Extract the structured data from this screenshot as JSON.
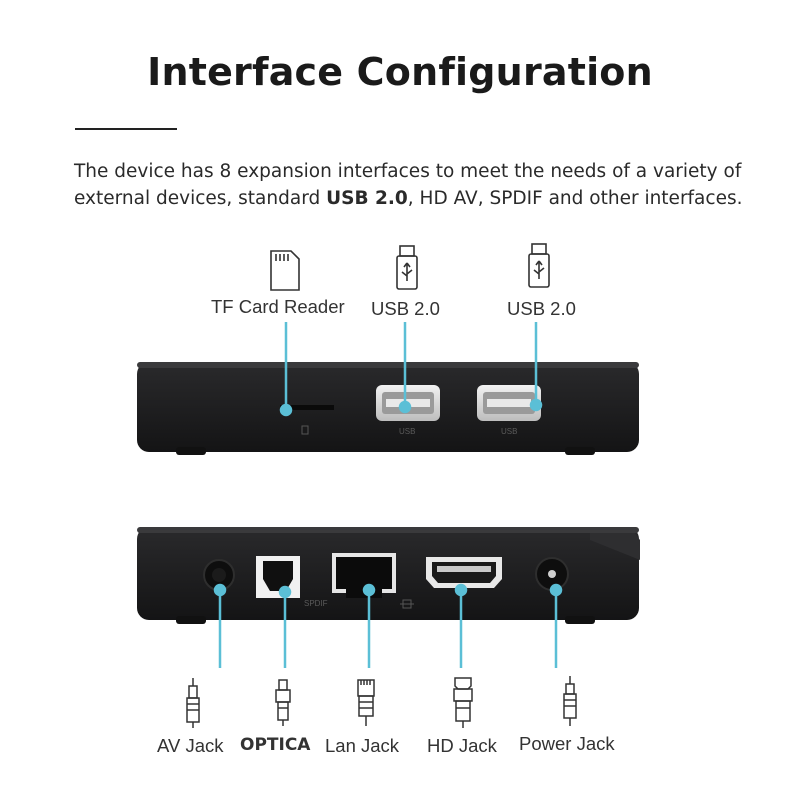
{
  "header": {
    "title": "Interface Configuration"
  },
  "description": {
    "part1": "The device has 8 expansion interfaces to meet the needs of a variety of external devices, standard ",
    "usb": "USB 2.0",
    "part2": ", HD  AV, SPDIF and other interfaces."
  },
  "top_panel": {
    "labels": [
      "TF Card Reader",
      "USB 2.0",
      "USB 2.0"
    ],
    "port_marks": [
      "USB",
      "USB"
    ]
  },
  "bottom_panel": {
    "labels": [
      "AV Jack",
      "OPTICA",
      "Lan Jack",
      "HD Jack",
      "Power Jack"
    ],
    "port_marks": [
      "SPDIF"
    ]
  },
  "colors": {
    "accent": "#5bbfd6",
    "device": "#1c1c1e",
    "text": "#333333"
  },
  "icons": [
    "sd-card-icon",
    "usb-stick-icon",
    "rca-plug-icon",
    "optical-plug-icon",
    "ethernet-plug-icon",
    "hdmi-plug-icon",
    "dc-plug-icon"
  ]
}
